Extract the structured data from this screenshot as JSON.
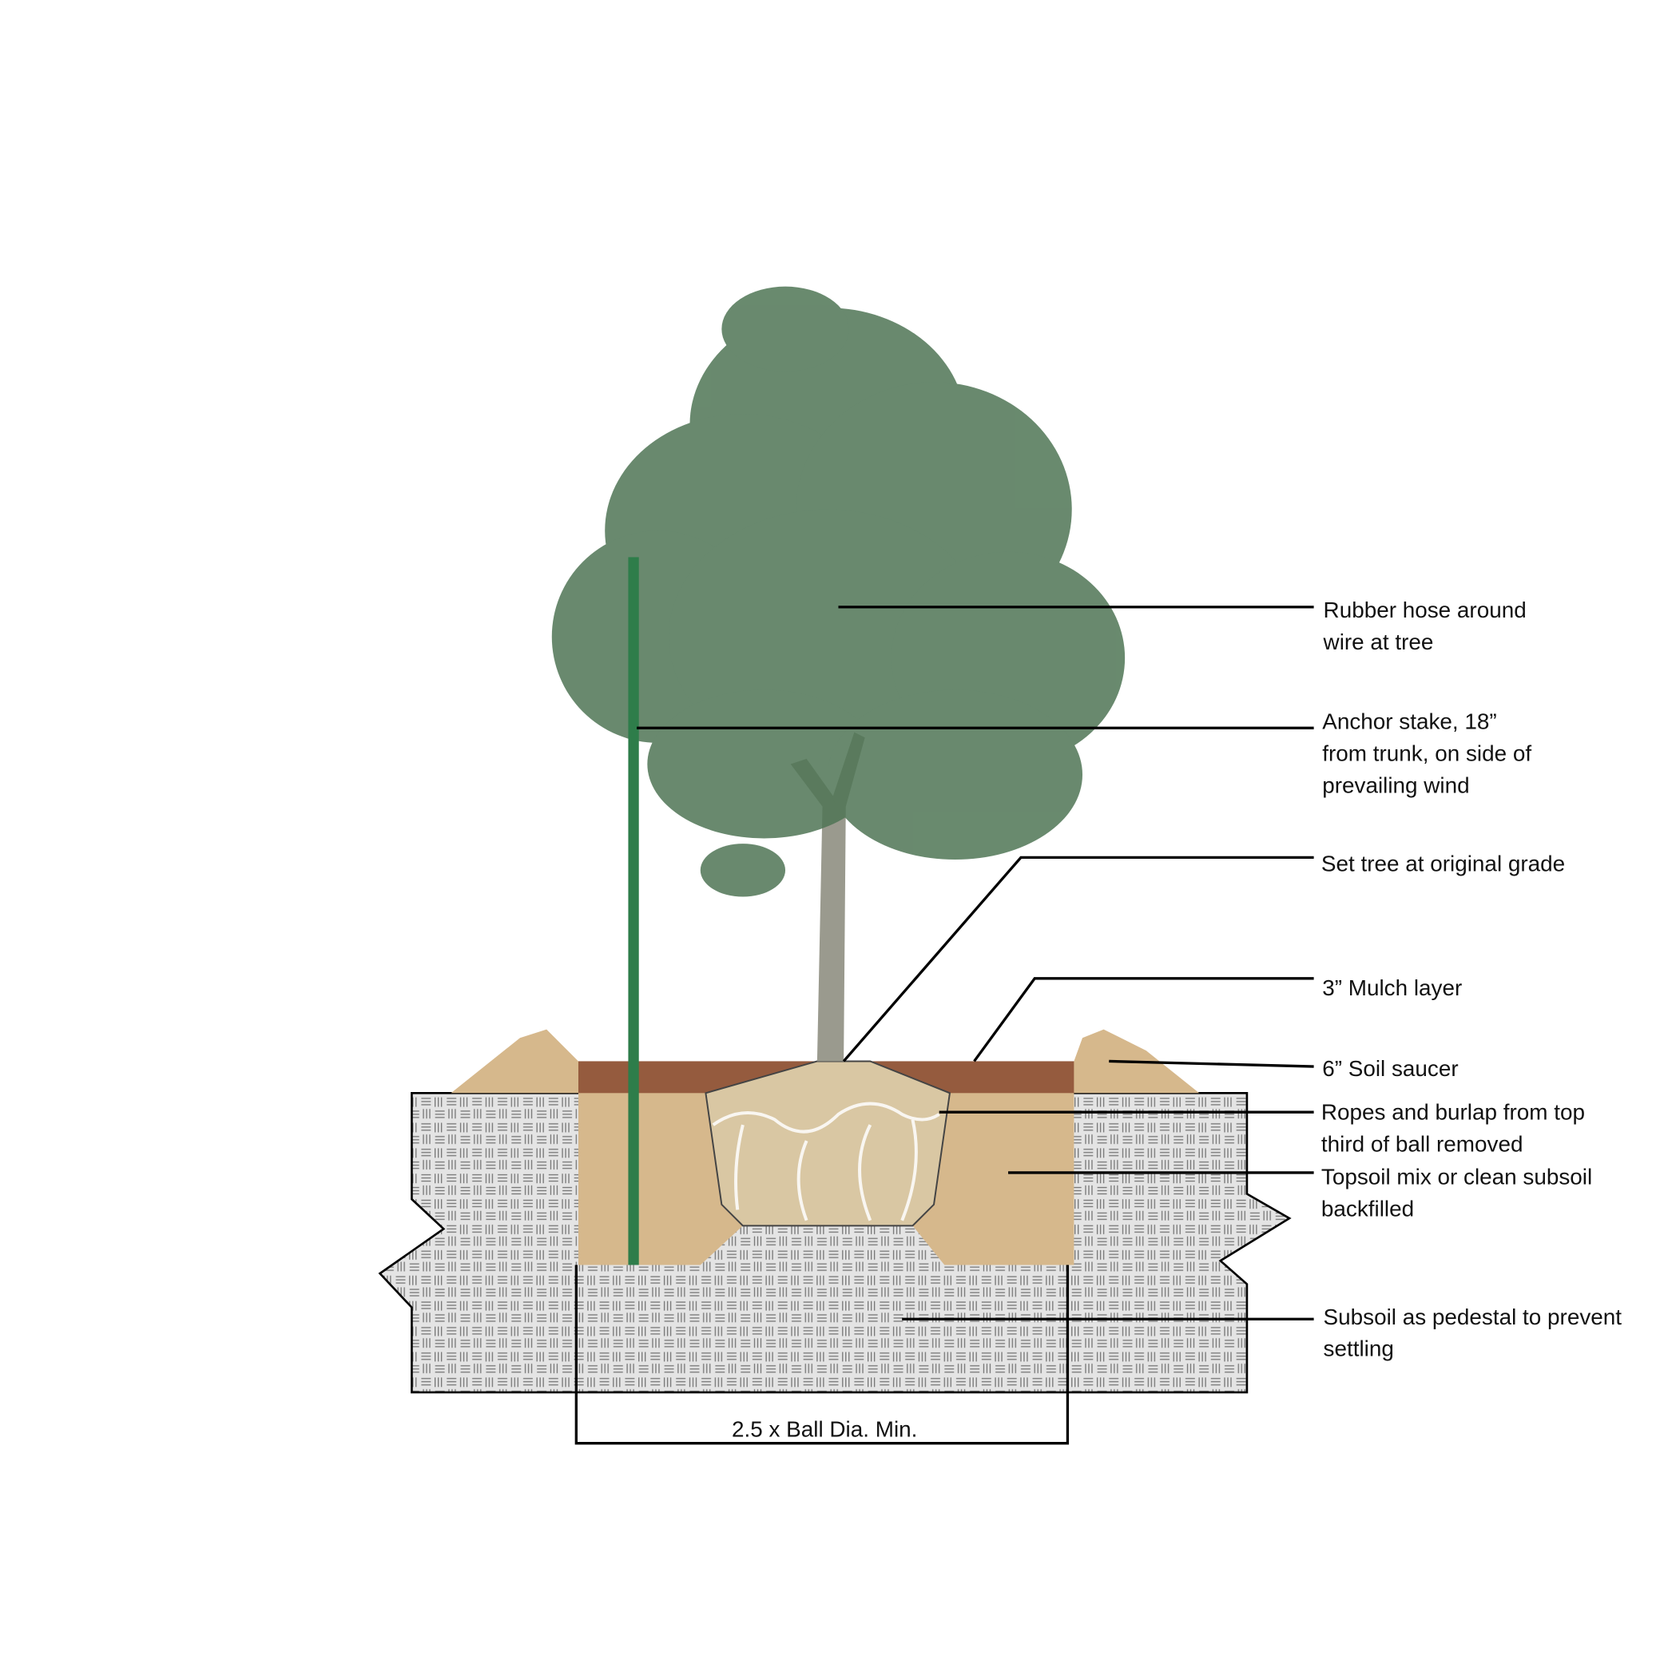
{
  "labels": {
    "rubber_hose": [
      "Rubber hose around",
      "wire at tree"
    ],
    "anchor_stake": [
      "Anchor stake, 18”",
      "from trunk, on side of",
      "prevailing wind"
    ],
    "original_grade": [
      "Set tree at original grade"
    ],
    "mulch": [
      "3” Mulch layer"
    ],
    "saucer": [
      "6” Soil saucer"
    ],
    "ropes": [
      "Ropes and burlap from top",
      "third of ball removed"
    ],
    "topsoil": [
      "Topsoil mix or clean subsoil",
      "backfilled"
    ],
    "subsoil": [
      "Subsoil as pedestal to prevent",
      "settling"
    ]
  },
  "dimension": "2.5 x Ball Dia. Min.",
  "colors": {
    "canopy": "#4f7555",
    "stake": "#2e7d4a",
    "soil": "#d6b88c",
    "mulch": "#8a4a30",
    "subsoil": "#e4e4e4",
    "rootball": "#d9c7a3"
  }
}
